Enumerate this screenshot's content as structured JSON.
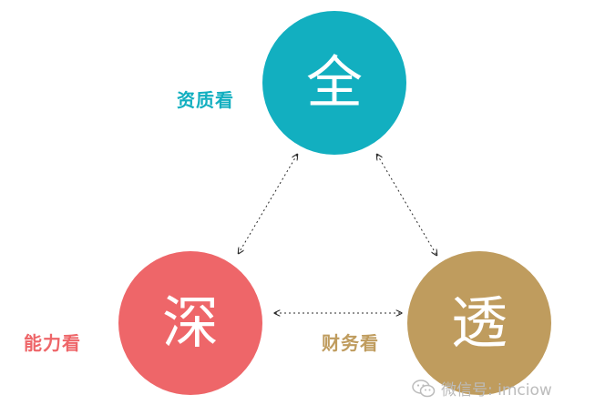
{
  "colors": {
    "quan": "#12afc0",
    "shen": "#ee6669",
    "tou": "#bf9c5e",
    "arrow": "#2b2b2b",
    "watermark": "#bcbcbc"
  },
  "circles": {
    "quan": "全",
    "shen": "深",
    "tou": "透"
  },
  "labels": {
    "quan": "资质看",
    "shen": "能力看",
    "tou": "财务看"
  },
  "watermark": {
    "icon": "wechat-icon",
    "text": "微信号: imciow"
  }
}
